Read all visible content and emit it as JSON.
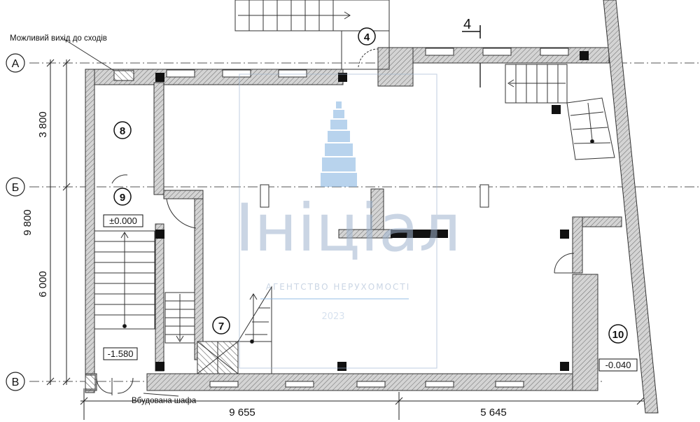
{
  "annotations": {
    "exit_note": "Можливий вихід до сходів",
    "wardrobe_note": "Вбудована шафа"
  },
  "grid_axes": {
    "a": "А",
    "b": "Б",
    "c": "В"
  },
  "dimensions": {
    "left_upper": "3 800",
    "left_lower": "6 000",
    "left_total": "9 800",
    "bottom_left": "9 655",
    "bottom_right": "5 645",
    "section_mark": "4"
  },
  "rooms": [
    {
      "id": "room-4",
      "number": "4"
    },
    {
      "id": "room-7",
      "number": "7"
    },
    {
      "id": "room-8",
      "number": "8"
    },
    {
      "id": "room-9",
      "number": "9"
    },
    {
      "id": "room-10",
      "number": "10"
    }
  ],
  "levels": {
    "main": "±0.000",
    "stair": "-1.580",
    "room10": "-0.040"
  },
  "watermark": {
    "brand": "Ініціал",
    "subtitle": "АГЕНТСТВО НЕРУХОМОСТІ",
    "year": "2023"
  },
  "colors": {
    "line": "#111111",
    "watermark": "#9fb4cf",
    "watermark_blue": "#7fb0e0"
  }
}
